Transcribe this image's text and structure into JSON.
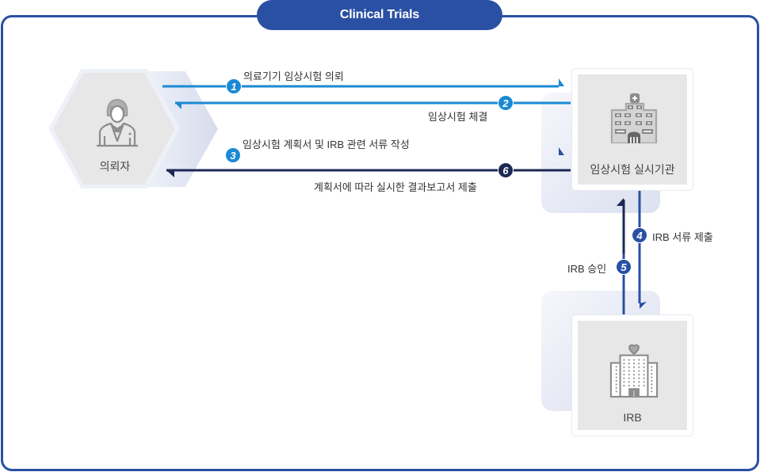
{
  "title": "Clinical Trials",
  "colors": {
    "frame": "#2a50a4",
    "arrow_light": "#1a8ad4",
    "arrow_mid": "#2a50a4",
    "arrow_dark": "#1c2856",
    "node_fill": "#e8e7e8",
    "icon_gray": "#8c8c8c"
  },
  "nodes": {
    "doctor": {
      "label": "의뢰자",
      "icon": "doctor-icon"
    },
    "institution": {
      "label": "임상시험 실시기관",
      "icon": "hospital-icon"
    },
    "irb": {
      "label": "IRB",
      "icon": "irb-building-icon"
    }
  },
  "steps": [
    {
      "number": "1",
      "label": "의료기기 임상시험 의뢰",
      "from": "의뢰자",
      "to": "임상시험 실시기관"
    },
    {
      "number": "2",
      "label": "임상시험 체결",
      "from": "임상시험 실시기관",
      "to": "의뢰자"
    },
    {
      "number": "3",
      "label": "임상시험 계획서 및 IRB 관련 서류 작성",
      "from": "의뢰자",
      "to": "임상시험 실시기관"
    },
    {
      "number": "4",
      "label": "IRB 서류 제출",
      "from": "임상시험 실시기관",
      "to": "IRB"
    },
    {
      "number": "5",
      "label": "IRB 승인",
      "from": "IRB",
      "to": "임상시험 실시기관"
    },
    {
      "number": "6",
      "label": "계획서에 따라 실시한 결과보고서 제출",
      "from": "임상시험 실시기관",
      "to": "의뢰자"
    }
  ]
}
